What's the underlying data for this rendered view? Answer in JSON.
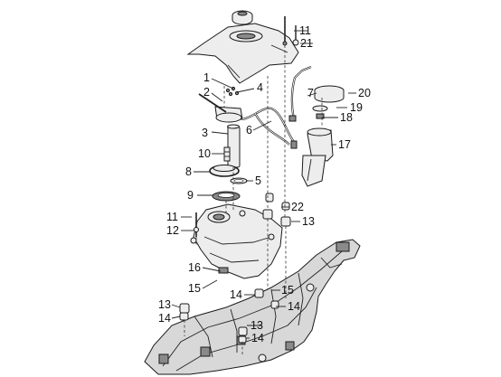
{
  "diagram": {
    "callouts": [
      {
        "id": "c11a",
        "text": "11"
      },
      {
        "id": "c21",
        "text": "21"
      },
      {
        "id": "c1",
        "text": "1"
      },
      {
        "id": "c4",
        "text": "4"
      },
      {
        "id": "c2",
        "text": "2"
      },
      {
        "id": "c7",
        "text": "7"
      },
      {
        "id": "c20",
        "text": "20"
      },
      {
        "id": "c19",
        "text": "19"
      },
      {
        "id": "c18",
        "text": "18"
      },
      {
        "id": "c6",
        "text": "6"
      },
      {
        "id": "c3",
        "text": "3"
      },
      {
        "id": "c17",
        "text": "17"
      },
      {
        "id": "c10",
        "text": "10"
      },
      {
        "id": "c8",
        "text": "8"
      },
      {
        "id": "c5",
        "text": "5"
      },
      {
        "id": "c9",
        "text": "9"
      },
      {
        "id": "c22",
        "text": "22"
      },
      {
        "id": "c11b",
        "text": "11"
      },
      {
        "id": "c13a",
        "text": "13"
      },
      {
        "id": "c12",
        "text": "12"
      },
      {
        "id": "c16",
        "text": "16"
      },
      {
        "id": "c15a",
        "text": "15"
      },
      {
        "id": "c14a",
        "text": "14"
      },
      {
        "id": "c15b",
        "text": "15"
      },
      {
        "id": "c13b",
        "text": "13"
      },
      {
        "id": "c14b",
        "text": "14"
      },
      {
        "id": "c14c",
        "text": "14"
      },
      {
        "id": "c13c",
        "text": "13"
      },
      {
        "id": "c14d",
        "text": "14"
      }
    ]
  }
}
